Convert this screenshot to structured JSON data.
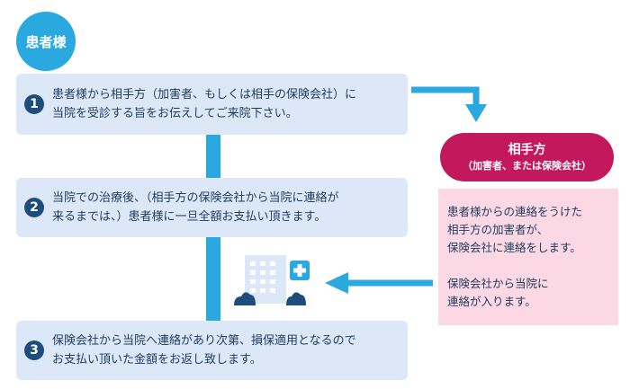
{
  "patient_label": "患者様",
  "steps": [
    {
      "number": "1",
      "text": "患者様から相手方（加害者、もしくは相手の保険会社）に\n当院を受診する旨をお伝えしてご来院下さい。"
    },
    {
      "number": "2",
      "text": "当院での治療後、（相手方の保険会社から当院に連絡が\n来るまでは、）患者様に一旦全額お支払い頂きます。"
    },
    {
      "number": "3",
      "text": "保険会社から当院へ連絡があり次第、損保適用となるので\nお支払い頂いた金額をお返し致します。"
    }
  ],
  "counterparty": {
    "title": "相手方",
    "subtitle": "（加害者、または保険会社）"
  },
  "info": {
    "paragraph1": "患者様からの連絡をうけた\n相手方の加害者が、\n保険会社に連絡をします。",
    "paragraph2": "保険会社から当院に\n連絡が入ります。"
  },
  "icons": {
    "hospital": "hospital-icon",
    "arrow_down": "arrow-down-icon",
    "arrow_left": "arrow-left-icon"
  },
  "colors": {
    "accent_blue": "#29a9e0",
    "step_bg": "#dce8f8",
    "number_bg": "#1e4d7b",
    "counterparty": "#c3185c",
    "info_bg": "#fbd8e3",
    "text": "#1e3a5f"
  }
}
